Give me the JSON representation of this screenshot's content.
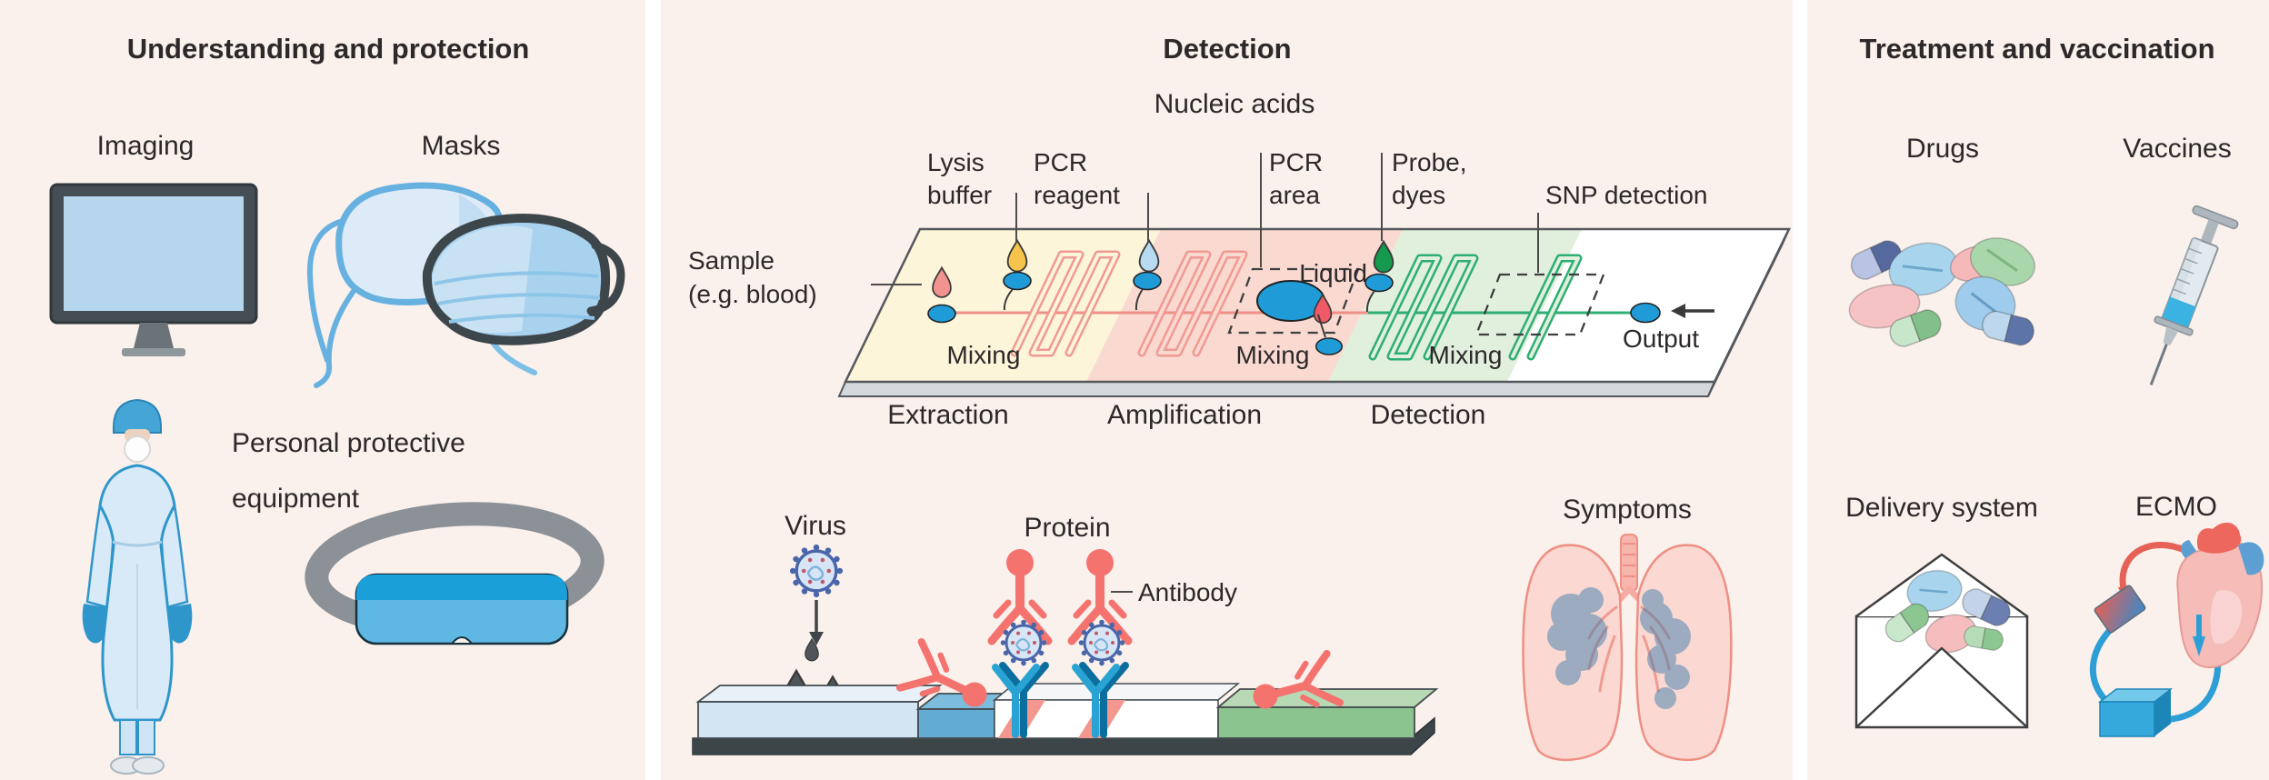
{
  "figure": {
    "background_color": "#faf0ec",
    "divider_color": "#ffffff",
    "text_color": "#2d292a"
  },
  "left_panel": {
    "title": "Understanding and protection",
    "imaging_label": "Imaging",
    "masks_label": "Masks",
    "ppe_label_line1": "Personal protective",
    "ppe_label_line2": "equipment"
  },
  "middle_panel": {
    "title": "Detection",
    "chip": {
      "heading": "Nucleic acids",
      "sample_label_line1": "Sample",
      "sample_label_line2": "(e.g. blood)",
      "lysis_label_line1": "Lysis",
      "lysis_label_line2": "buffer",
      "pcr_reagent_label_line1": "PCR",
      "pcr_reagent_label_line2": "reagent",
      "pcr_area_label_line1": "PCR",
      "pcr_area_label_line2": "area",
      "probe_label_line1": "Probe,",
      "probe_label_line2": "dyes",
      "snp_label": "SNP detection",
      "liquid_label": "Liquid",
      "mixing_label": "Mixing",
      "output_label": "Output",
      "zone_extraction": "Extraction",
      "zone_amplification": "Amplification",
      "zone_detection": "Detection",
      "zone_colors": {
        "extraction": "#fcf5da",
        "amplification": "#f9d9d0",
        "detection": "#e1efdd",
        "output": "#ffffff"
      },
      "droplet_colors": {
        "sample": "#f2938f",
        "lysis_buffer": "#f6c44c",
        "pcr_reagent": "#b8dbf2",
        "pcr_product": "#ee5a65",
        "probe_dyes": "#14994e",
        "liquid_plug": "#1f9cd8"
      }
    },
    "assay": {
      "virus_label": "Virus",
      "protein_label": "Protein",
      "antibody_label": "Antibody"
    },
    "symptoms_label": "Symptoms"
  },
  "right_panel": {
    "title": "Treatment and vaccination",
    "drugs_label": "Drugs",
    "vaccines_label": "Vaccines",
    "delivery_label": "Delivery system",
    "ecmo_label": "ECMO"
  }
}
